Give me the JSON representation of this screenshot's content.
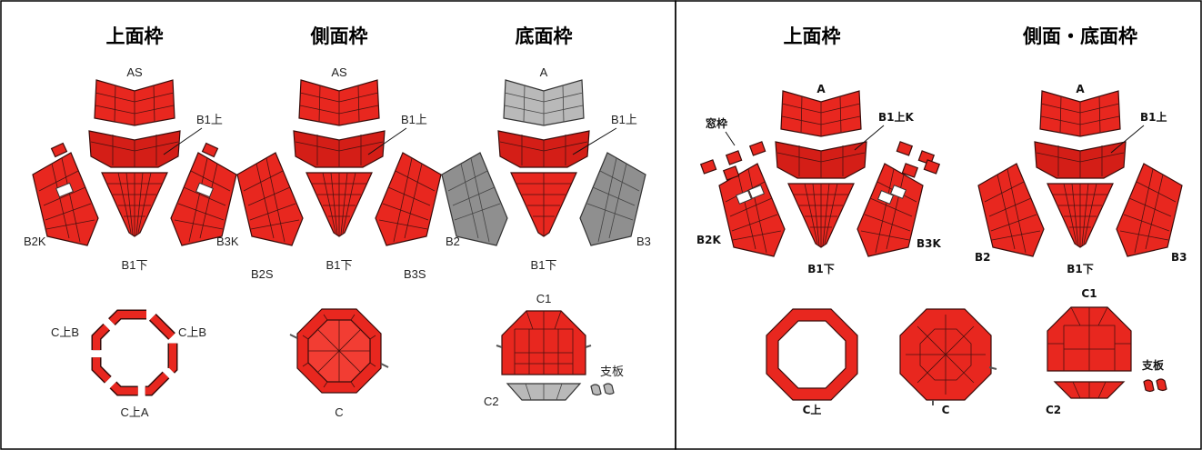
{
  "left_panel": {
    "col1": {
      "title": "上面枠",
      "labels": {
        "top": "AS",
        "upper_lead": "B1上",
        "left": "B2K",
        "right": "B3K",
        "bottom": "B1下"
      },
      "ring_labels": {
        "left": "C上B",
        "right": "C上B",
        "bottom": "C上A"
      }
    },
    "col2": {
      "title": "側面枠",
      "labels": {
        "top": "AS",
        "upper_lead": "B1上",
        "left": "B2S",
        "right": "B3S",
        "bottom": "B1下"
      },
      "ring_labels": {
        "bottom": "C"
      }
    },
    "col3": {
      "title": "底面枠",
      "labels": {
        "top": "A",
        "upper_lead": "B1上",
        "left": "B2",
        "right": "B3",
        "bottom": "B1下"
      },
      "ring_labels": {
        "top": "C1",
        "bottom": "C2",
        "side": "支板"
      }
    }
  },
  "right_panel": {
    "col1": {
      "title": "上面枠",
      "labels": {
        "top": "A",
        "window": "窓枠",
        "upper_lead": "B1上K",
        "left": "B2K",
        "right": "B3K",
        "bottom": "B1下"
      }
    },
    "col2": {
      "title": "側面・底面枠",
      "labels": {
        "top": "A",
        "upper_lead": "B1上",
        "left": "B2",
        "right": "B3",
        "bottom": "B1下"
      }
    },
    "rings": {
      "ring1": "C上",
      "ring2": "C",
      "ring3_top": "C1",
      "ring3_bottom": "C2",
      "ring3_side": "支板"
    }
  },
  "colors": {
    "red": "#e8271f",
    "dark_red": "#d41e17",
    "gray": "#b9b9b9",
    "border": "#000000"
  }
}
